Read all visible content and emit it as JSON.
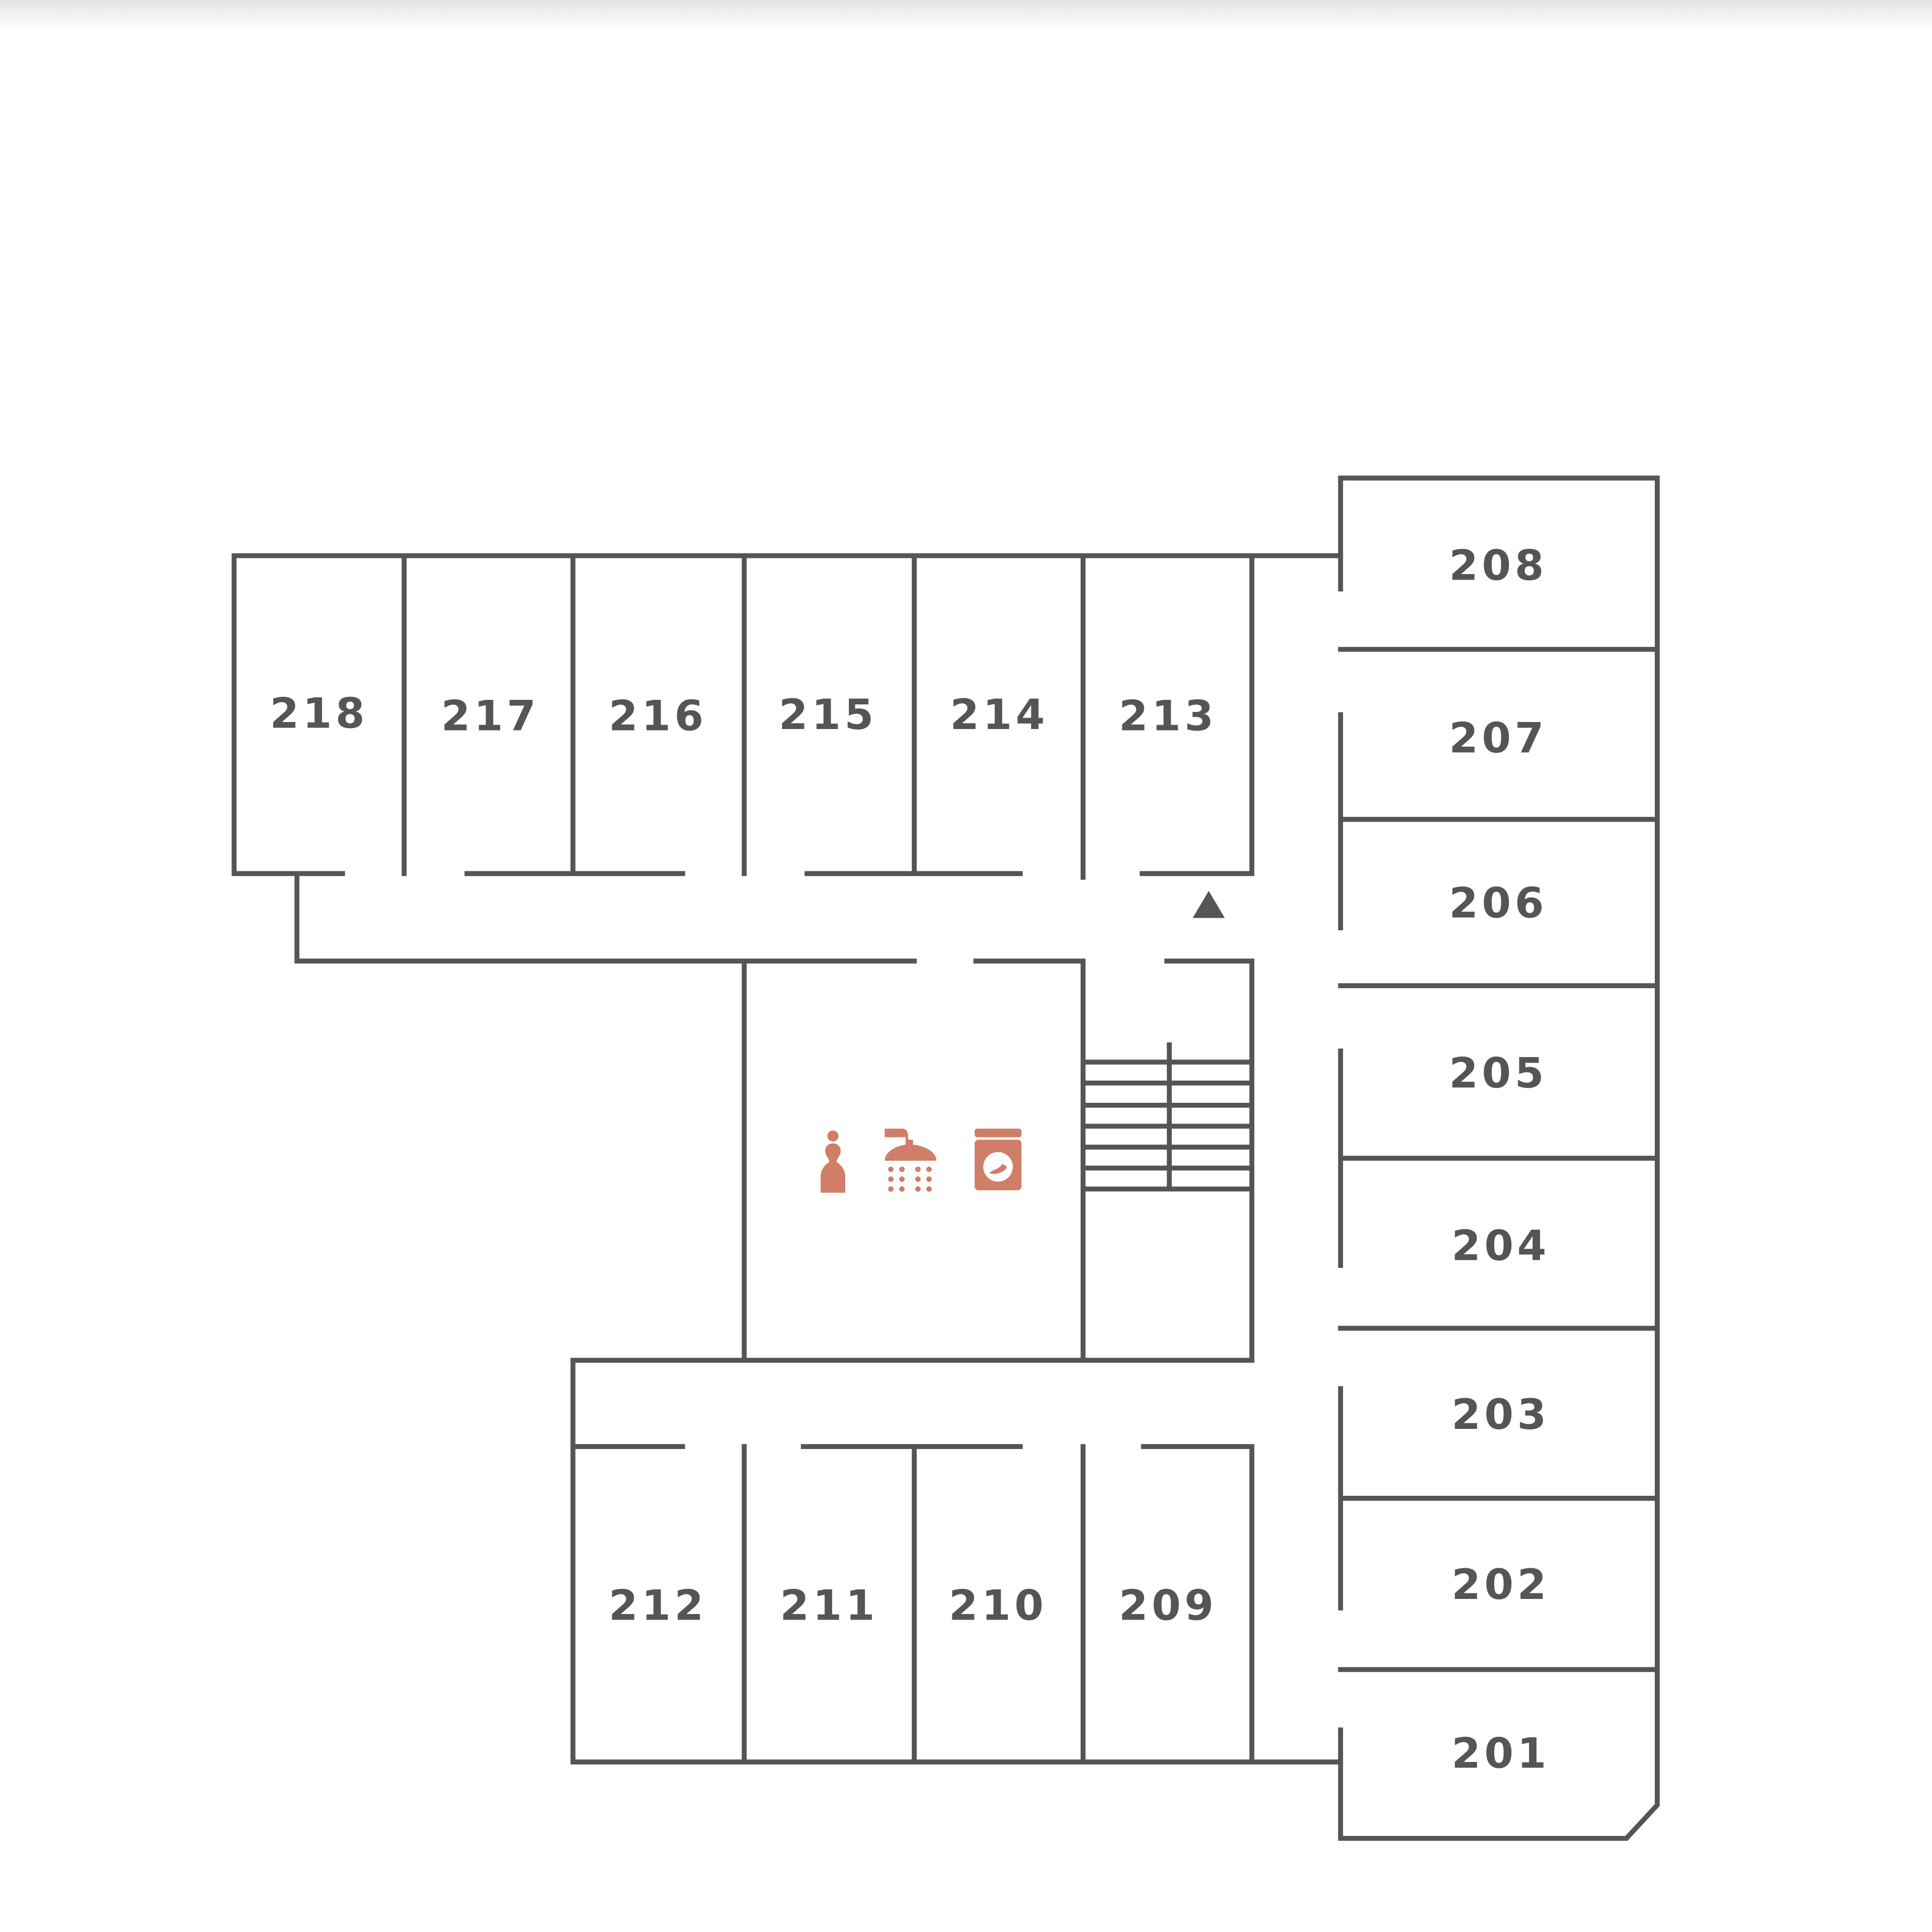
{
  "floor_plan": {
    "rooms": [
      "201",
      "202",
      "203",
      "204",
      "205",
      "206",
      "207",
      "208",
      "209",
      "210",
      "211",
      "212",
      "213",
      "214",
      "215",
      "216",
      "217",
      "218"
    ],
    "amenities": [
      "restroom-icon",
      "shower-icon",
      "laundry-icon"
    ],
    "markers": [
      "elevator-triangle-icon"
    ],
    "colors": {
      "wall": "#555555",
      "amenity": "#d07e68"
    }
  }
}
